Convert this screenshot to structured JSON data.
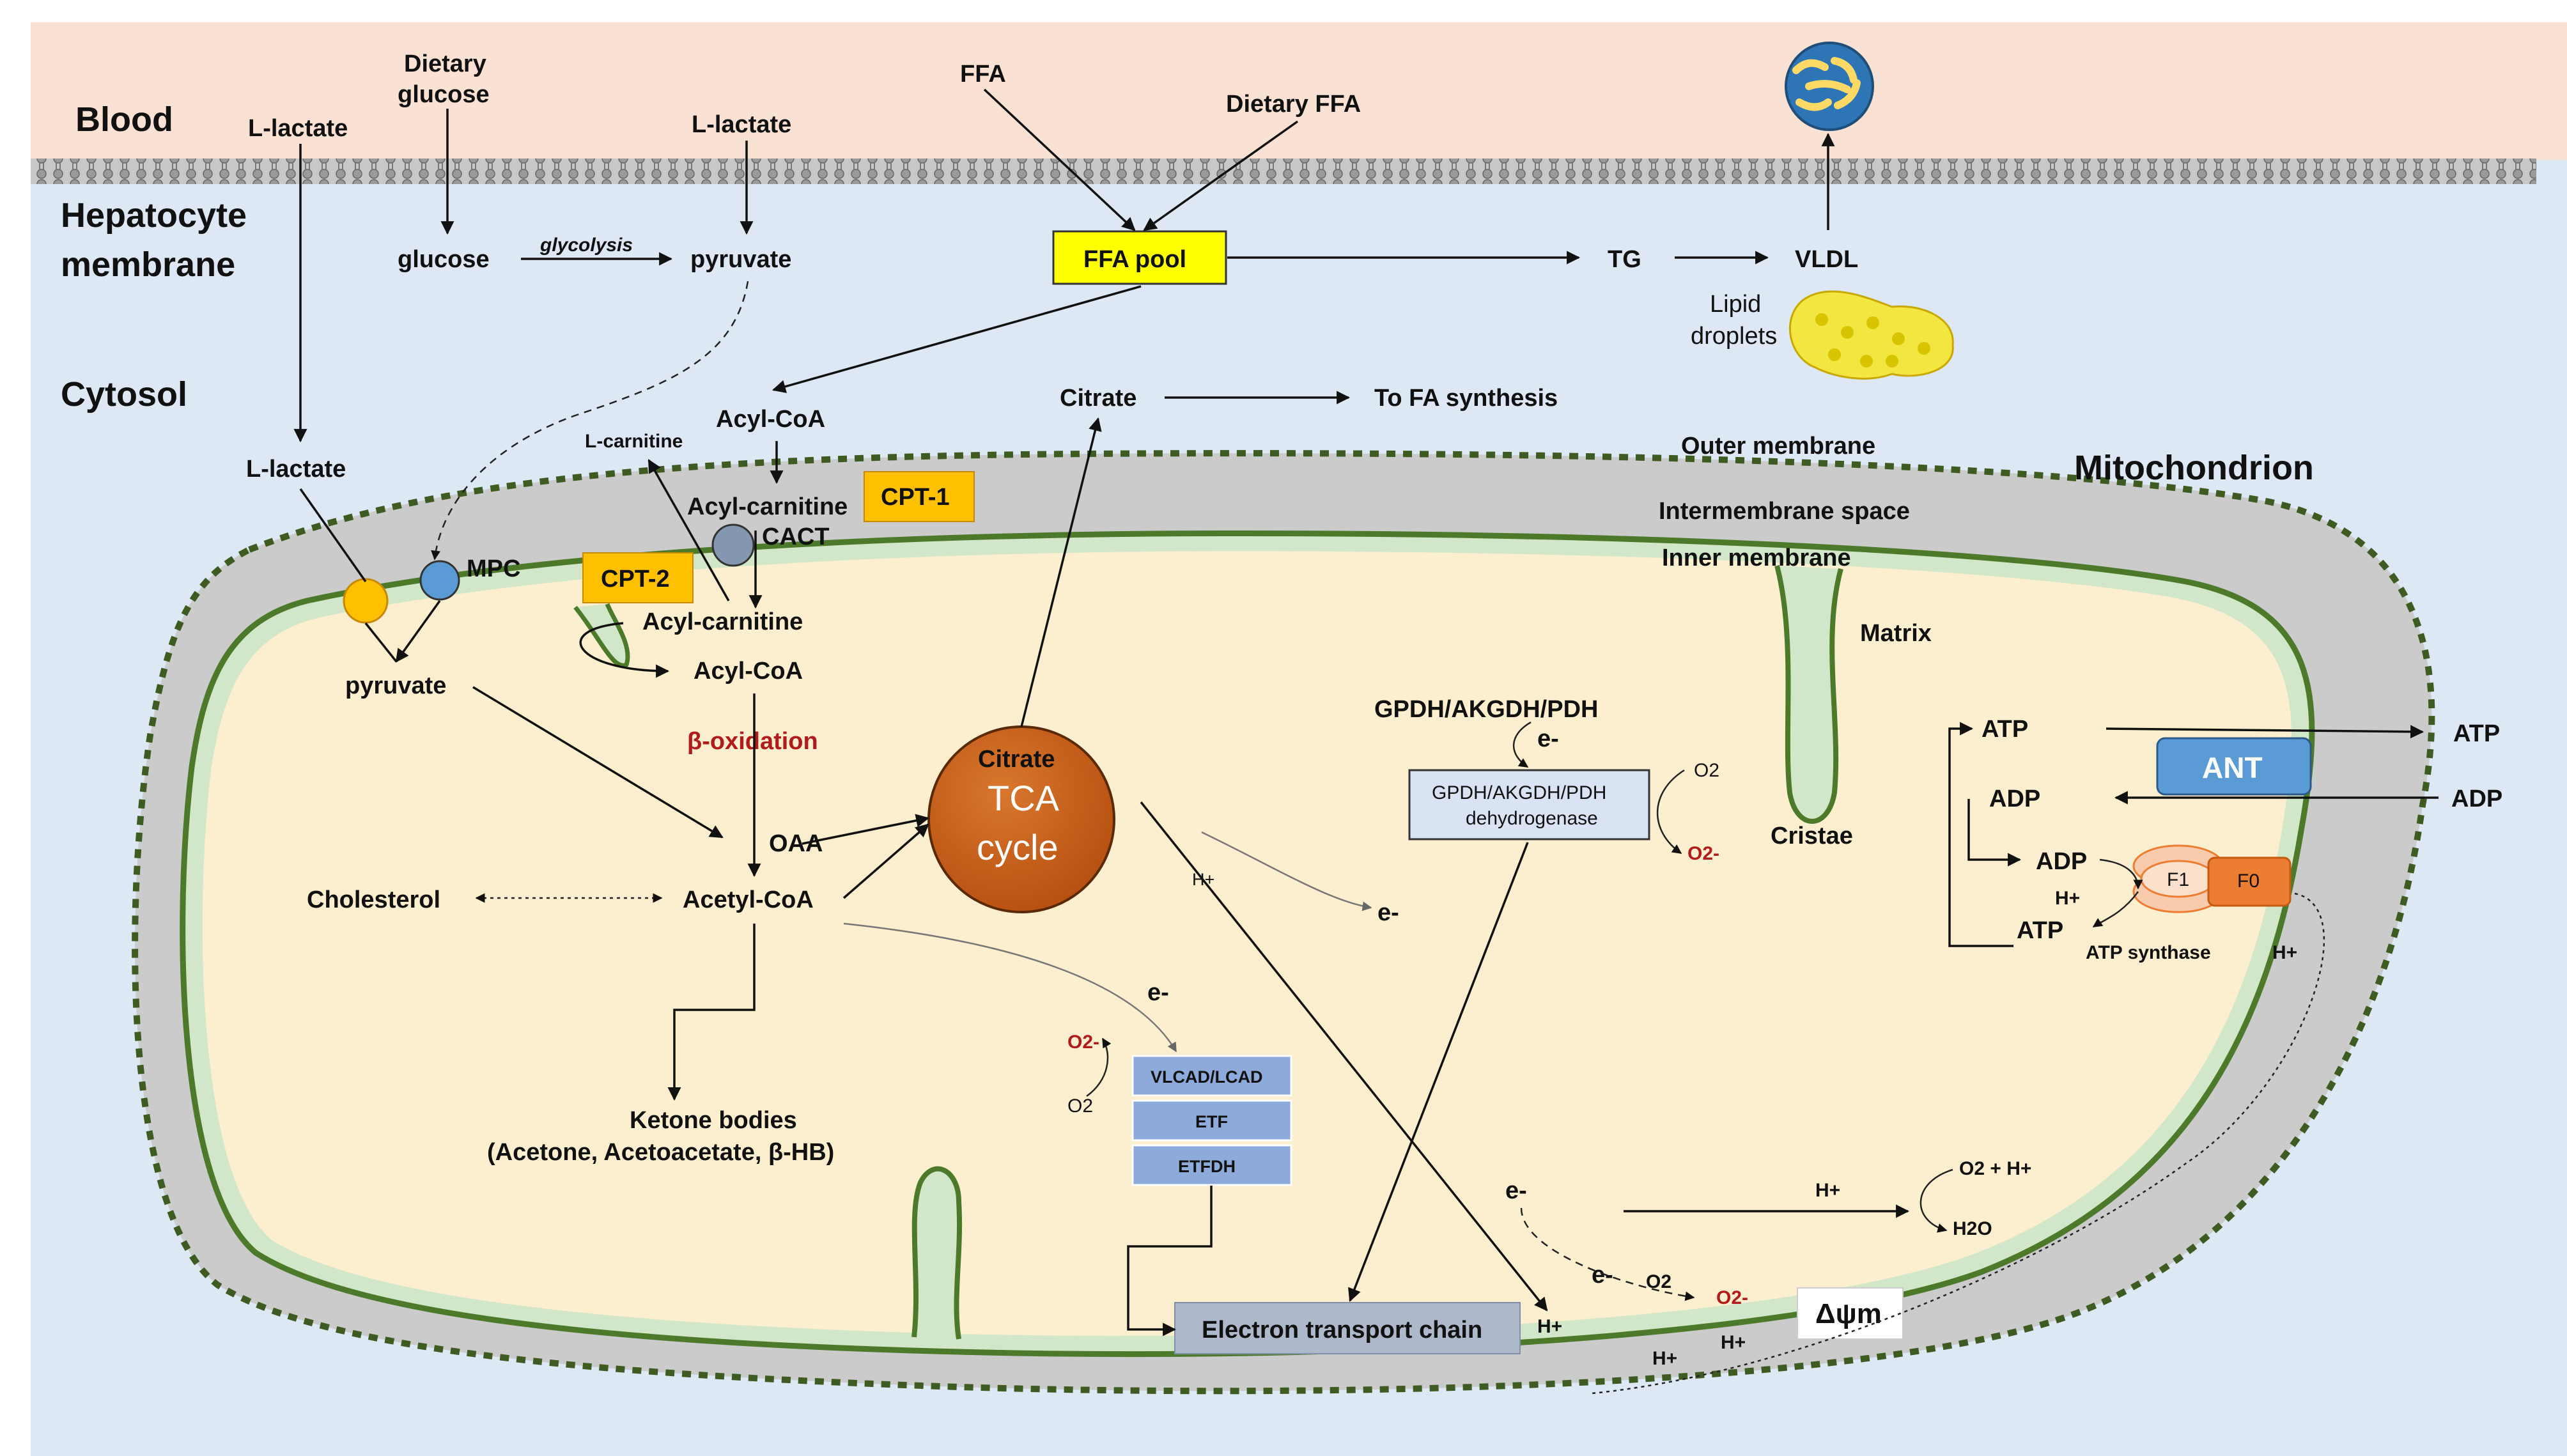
{
  "regions": {
    "blood": "Blood",
    "hepatocyte_membrane_1": "Hepatocyte",
    "hepatocyte_membrane_2": "membrane",
    "cytosol": "Cytosol",
    "mitochondrion": "Mitochondrion",
    "outer_membrane": "Outer membrane",
    "intermembrane_space": "Intermembrane space",
    "inner_membrane": "Inner membrane",
    "matrix": "Matrix",
    "cristae": "Cristae"
  },
  "blood": {
    "l_lactate_left": "L-lactate",
    "dietary_glucose_1": "Dietary",
    "dietary_glucose_2": "glucose",
    "l_lactate_right": "L-lactate",
    "ffa": "FFA",
    "dietary_ffa": "Dietary FFA"
  },
  "cytosol": {
    "glucose": "glucose",
    "glycolysis": "glycolysis",
    "pyruvate": "pyruvate",
    "ffa_pool": "FFA pool",
    "tg": "TG",
    "vldl": "VLDL",
    "lipid_droplets_1": "Lipid",
    "lipid_droplets_2": "droplets",
    "acyl_coa": "Acyl-CoA",
    "citrate": "Citrate",
    "to_fa_synthesis": "To FA synthesis",
    "l_carnitine": "L-carnitine",
    "l_lactate": "L-lactate",
    "acyl_carnitine": "Acyl-carnitine"
  },
  "transporters": {
    "cpt1": "CPT-1",
    "cpt2": "CPT-2",
    "cact": "CACT",
    "mpc": "MPC"
  },
  "matrix": {
    "acyl_carnitine": "Acyl-carnitine",
    "acyl_coa": "Acyl-CoA",
    "pyruvate": "pyruvate",
    "beta_oxidation": "β-oxidation",
    "oaa": "OAA",
    "acetyl_coa": "Acetyl-CoA",
    "cholesterol": "Cholesterol",
    "ketone_1": "Ketone bodies",
    "ketone_2": "(Acetone, Acetoacetate, β-HB)",
    "tca_citrate": "Citrate",
    "tca_1": "TCA",
    "tca_2": "cycle",
    "hplus": "H+",
    "electron": "e-",
    "o2_minus": "O2-",
    "o2": "O2",
    "gpdh_label": "GPDH/AKGDH/PDH",
    "gpdh_box_1": "GPDH/AKGDH/PDH",
    "gpdh_box_2": "dehydrogenase",
    "vlcad": "VLCAD/LCAD",
    "etf": "ETF",
    "etfdh": "ETFDH",
    "etc": "Electron transport chain",
    "o2_h": "O2 + H+",
    "h2o": "H2O",
    "delta_psi": "Δψm"
  },
  "atp": {
    "atp": "ATP",
    "adp": "ADP",
    "ant": "ANT",
    "f1": "F1",
    "f0": "F0",
    "atp_synthase": "ATP synthase"
  },
  "colors": {
    "blood": "#f9e2d3",
    "cytosol": "#dde8f4",
    "intermembrane": "#cbcbcb",
    "matrix": "#fcefcf",
    "inner_membrane": "#4c7a2a",
    "ffa_pool": "#ffff00",
    "cpt": "#ffc000",
    "tca": "#c55a11",
    "ant": "#5b9bd5",
    "enzyme": "#8eaadb",
    "etc": "#adb9ca",
    "f0": "#ed7d31",
    "f1": "#f8cbad",
    "mpc": "#5b9bd5",
    "transporter_yellow": "#ffc000",
    "cact": "#8497b0"
  }
}
